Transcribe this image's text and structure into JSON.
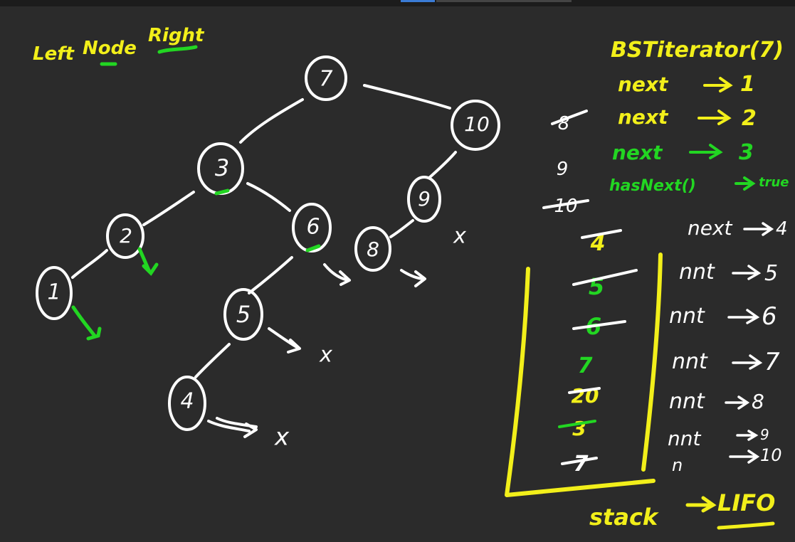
{
  "colors": {
    "background": "#2b2b2b",
    "ink": "#ffffff",
    "highlight": "#f2ef1a",
    "marker_green": "#22d622"
  },
  "heading": {
    "left": "Left",
    "node": "Node",
    "right": "Right"
  },
  "tree": {
    "nodes": [
      "7",
      "10",
      "3",
      "9",
      "2",
      "6",
      "8",
      "1",
      "5",
      "4"
    ]
  },
  "null_marks": [
    "x",
    "x",
    "x"
  ],
  "iterator": {
    "title": "BSTiterator(7)",
    "calls": [
      {
        "call": "next",
        "result": "1"
      },
      {
        "call": "next",
        "result": "2"
      },
      {
        "call": "next",
        "result": "3"
      },
      {
        "call": "hasNext()",
        "result": "true"
      }
    ],
    "crossed_values": [
      "8",
      "9",
      "10"
    ]
  },
  "stack": {
    "items": [
      "4",
      "5",
      "6",
      "7",
      "20",
      "3",
      "7"
    ],
    "calls": [
      {
        "call": "next",
        "result": "4"
      },
      {
        "call": "nnt",
        "result": "5"
      },
      {
        "call": "nnt",
        "result": "6"
      },
      {
        "call": "nnt",
        "result": "7"
      },
      {
        "call": "nnt",
        "result": "8"
      },
      {
        "call": "nnt",
        "result": "9"
      },
      {
        "call": "n",
        "result": "10"
      }
    ],
    "label": "stack",
    "policy": "LIFO"
  }
}
